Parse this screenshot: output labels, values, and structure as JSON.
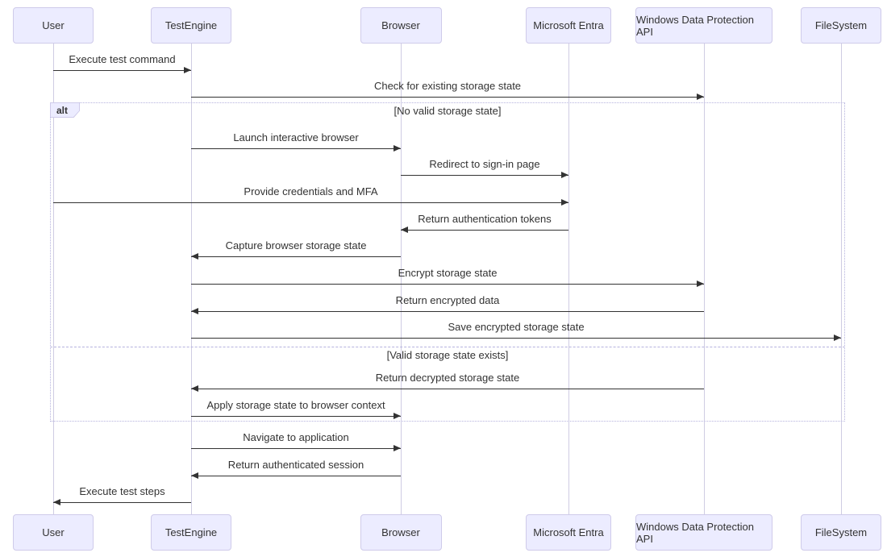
{
  "diagram": {
    "type": "sequence-diagram",
    "participants": [
      {
        "id": "user",
        "label": "User"
      },
      {
        "id": "testengine",
        "label": "TestEngine"
      },
      {
        "id": "browser",
        "label": "Browser"
      },
      {
        "id": "entra",
        "label": "Microsoft Entra"
      },
      {
        "id": "wdpapi",
        "label": "Windows Data Protection API"
      },
      {
        "id": "filesystem",
        "label": "FileSystem"
      }
    ],
    "messages": [
      {
        "from": "user",
        "to": "testengine",
        "label": "Execute test command"
      },
      {
        "from": "testengine",
        "to": "wdpapi",
        "label": "Check for existing storage state"
      },
      {
        "from": "testengine",
        "to": "browser",
        "label": "Launch interactive browser"
      },
      {
        "from": "browser",
        "to": "entra",
        "label": "Redirect to sign-in page"
      },
      {
        "from": "user",
        "to": "entra",
        "label": "Provide credentials and MFA"
      },
      {
        "from": "entra",
        "to": "browser",
        "label": "Return authentication tokens"
      },
      {
        "from": "browser",
        "to": "testengine",
        "label": "Capture browser storage state"
      },
      {
        "from": "testengine",
        "to": "wdpapi",
        "label": "Encrypt storage state"
      },
      {
        "from": "wdpapi",
        "to": "testengine",
        "label": "Return encrypted data"
      },
      {
        "from": "testengine",
        "to": "filesystem",
        "label": "Save encrypted storage state"
      },
      {
        "from": "wdpapi",
        "to": "testengine",
        "label": "Return decrypted storage state"
      },
      {
        "from": "testengine",
        "to": "browser",
        "label": "Apply storage state to browser context"
      },
      {
        "from": "testengine",
        "to": "browser",
        "label": "Navigate to application"
      },
      {
        "from": "browser",
        "to": "testengine",
        "label": "Return authenticated session"
      },
      {
        "from": "testengine",
        "to": "user",
        "label": "Execute test steps"
      }
    ],
    "fragment": {
      "operator": "alt",
      "guard_if": "[No valid storage state]",
      "guard_else": "[Valid storage state exists]"
    },
    "colors": {
      "actor_fill": "#ECECFF",
      "actor_border": "#CFCBEA",
      "lifeline": "#CFCCE3",
      "arrow": "#333333",
      "fragment_border": "#B6B3DE",
      "text": "#333333"
    }
  }
}
